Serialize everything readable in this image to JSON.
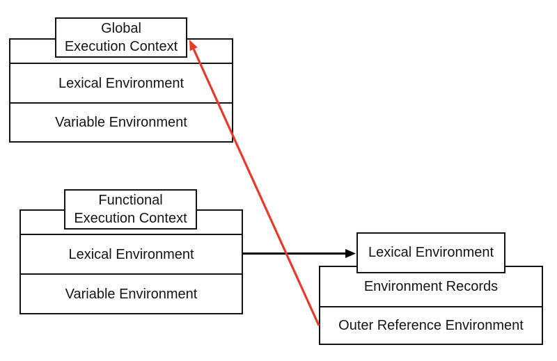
{
  "diagram": {
    "global_context": {
      "title_line1": "Global",
      "title_line2": "Execution Context",
      "rows": [
        "Lexical Environment",
        "Variable Environment"
      ]
    },
    "functional_context": {
      "title_line1": "Functional",
      "title_line2": "Execution Context",
      "rows": [
        "Lexical Environment",
        "Variable Environment"
      ]
    },
    "lexical_detail": {
      "title": "Lexical Environment",
      "rows": [
        "Environment Records",
        "Outer Reference Environment"
      ]
    },
    "colors": {
      "box_border": "#141414",
      "black_arrow": "#000000",
      "red_arrow": "#e8392b"
    }
  }
}
